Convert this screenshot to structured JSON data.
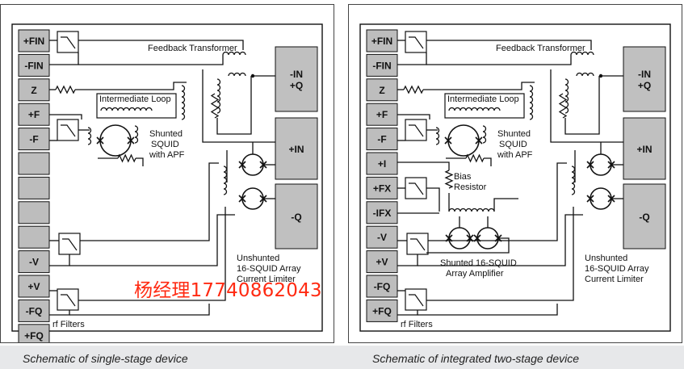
{
  "watermark": "杨经理17740862043",
  "left": {
    "caption": "Schematic of single-stage device",
    "pins": [
      "+FIN",
      "-FIN",
      "Z",
      "+F",
      "-F",
      "",
      "",
      "",
      "",
      "-V",
      "+V",
      "-FQ",
      "+FQ"
    ],
    "boxes": [
      "-IN\n+Q",
      "+IN",
      "-Q"
    ],
    "labels": {
      "feedback": "Feedback Transformer",
      "intermediate": "Intermediate Loop",
      "shunted": [
        "Shunted",
        "SQUID",
        "with APF"
      ],
      "unshunted": [
        "Unshunted",
        "16-SQUID Array",
        "Current Limiter"
      ],
      "rf": "rf Filters"
    }
  },
  "right": {
    "caption": "Schematic of  integrated two-stage device",
    "pins": [
      "+FIN",
      "-FIN",
      "Z",
      "+F",
      "-F",
      "+I",
      "+FX",
      "-IFX",
      "-V",
      "+V",
      "-FQ",
      "+FQ"
    ],
    "boxes": [
      "-IN\n+Q",
      "+IN",
      "-Q"
    ],
    "labels": {
      "feedback": "Feedback Transformer",
      "intermediate": "Intermediate Loop",
      "shunted": [
        "Shunted",
        "SQUID",
        "with APF"
      ],
      "bias": [
        "Bias",
        "Resistor"
      ],
      "amplifier": [
        "Shunted 16-SQUID",
        "Array Amplifier"
      ],
      "unshunted": [
        "Unshunted",
        "16-SQUID Array",
        "Current Limiter"
      ],
      "rf": "rf Filters"
    }
  }
}
